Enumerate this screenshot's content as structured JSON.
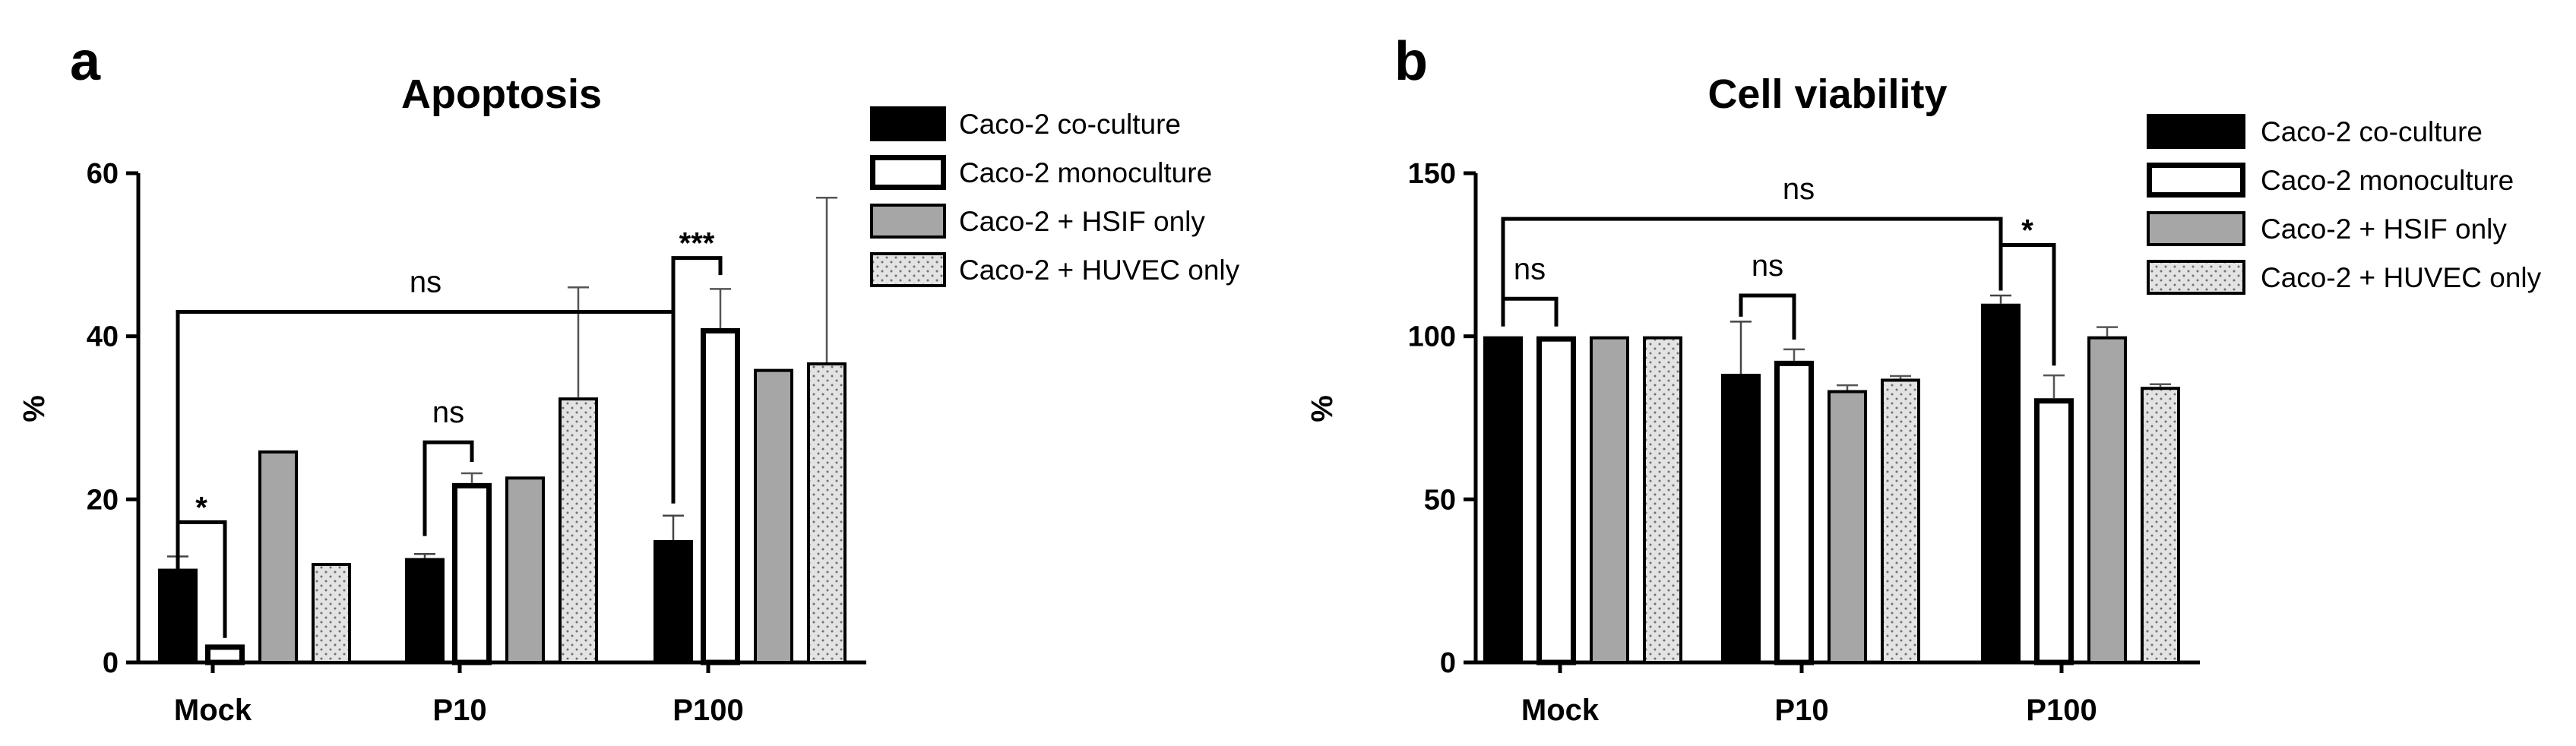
{
  "colors": {
    "Caco-2 co-culture": "#000000",
    "Caco-2 monoculture": "#ffffff",
    "Caco-2 + HSIF only": "#a6a6a6",
    "Caco-2 + HUVEC only": "dotted-#d9d9d9"
  },
  "chart_data": [
    {
      "type": "bar",
      "panel_label": "a",
      "title": "Apoptosis",
      "ylabel": "%",
      "xlabel": "",
      "ylim": [
        0,
        60
      ],
      "yticks": [
        "0",
        "20",
        "40",
        "60"
      ],
      "categories": [
        "Mock",
        "P10",
        "P100"
      ],
      "legend": [
        "Caco-2 co-culture",
        "Caco-2 monoculture",
        "Caco-2 + HSIF only",
        "Caco-2 + HUVEC only"
      ],
      "legend_position": "top-right",
      "series": [
        {
          "name": "Caco-2 co-culture",
          "values": [
            11.5,
            12.8,
            15.0
          ],
          "errors": [
            1.5,
            0.5,
            3.0
          ]
        },
        {
          "name": "Caco-2 monoculture",
          "values": [
            2.2,
            22.0,
            41.0
          ],
          "errors": [
            0,
            1.2,
            4.8
          ]
        },
        {
          "name": "Caco-2 + HSIF only",
          "values": [
            26.0,
            22.8,
            36.0
          ],
          "errors": [
            0,
            0,
            0
          ]
        },
        {
          "name": "Caco-2 + HUVEC only",
          "values": [
            12.2,
            32.5,
            36.8
          ],
          "errors": [
            0,
            13.5,
            20.2
          ]
        }
      ],
      "significance": [
        {
          "label": "*",
          "from": [
            0,
            0
          ],
          "to": [
            0,
            1
          ]
        },
        {
          "label": "ns",
          "from": [
            1,
            0
          ],
          "to": [
            1,
            1
          ]
        },
        {
          "label": "***",
          "from": [
            2,
            0
          ],
          "to": [
            2,
            1
          ]
        },
        {
          "label": "ns",
          "from": [
            0,
            0
          ],
          "to": [
            2,
            0
          ]
        }
      ]
    },
    {
      "type": "bar",
      "panel_label": "b",
      "title": "Cell viability",
      "ylabel": "%",
      "xlabel": "",
      "ylim": [
        0,
        150
      ],
      "yticks": [
        "0",
        "50",
        "100",
        "150"
      ],
      "categories": [
        "Mock",
        "P10",
        "P100"
      ],
      "legend": [
        "Caco-2 co-culture",
        "Caco-2 monoculture",
        "Caco-2 + HSIF only",
        "Caco-2 + HUVEC only"
      ],
      "legend_position": "top-right",
      "series": [
        {
          "name": "Caco-2 co-culture",
          "values": [
            100,
            88.5,
            110
          ],
          "errors": [
            0,
            16,
            2.5
          ]
        },
        {
          "name": "Caco-2 monoculture",
          "values": [
            100,
            92.5,
            81
          ],
          "errors": [
            0,
            3.5,
            7
          ]
        },
        {
          "name": "Caco-2 + HSIF only",
          "values": [
            100,
            83.5,
            100
          ],
          "errors": [
            0,
            1.5,
            2.8
          ]
        },
        {
          "name": "Caco-2 + HUVEC only",
          "values": [
            100,
            87,
            84.5
          ],
          "errors": [
            0,
            0.8,
            0.8
          ]
        }
      ],
      "significance": [
        {
          "label": "ns",
          "from": [
            0,
            0
          ],
          "to": [
            0,
            1
          ]
        },
        {
          "label": "ns",
          "from": [
            1,
            0
          ],
          "to": [
            1,
            1
          ]
        },
        {
          "label": "*",
          "from": [
            2,
            0
          ],
          "to": [
            2,
            1
          ]
        },
        {
          "label": "ns",
          "from": [
            0,
            0
          ],
          "to": [
            2,
            0
          ]
        }
      ]
    }
  ]
}
